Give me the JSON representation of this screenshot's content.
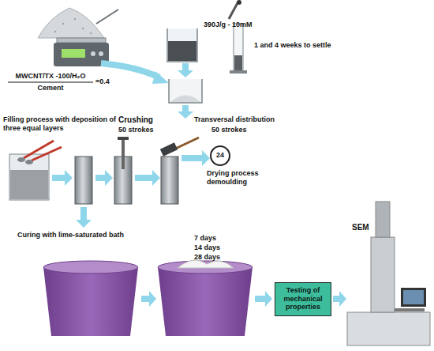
{
  "diagram": {
    "nodes": [
      {
        "text": [
          "Testing of mechanical properties"
        ]
      }
    ],
    "labels": [
      "390J/g - 10mM",
      "1 and 4 weeks to settle",
      "MWCNT/TX -100/H₂O",
      "Cement",
      "=0.4",
      "Filling process with deposition of three equal layers",
      "Crushing",
      "50 strokes",
      "Transversal distribution",
      "50 strokes",
      "24",
      "Drying process demoulding",
      "Curing with lime-saturated bath",
      "7 days",
      "14 days",
      "28 days",
      "SEM"
    ]
  }
}
